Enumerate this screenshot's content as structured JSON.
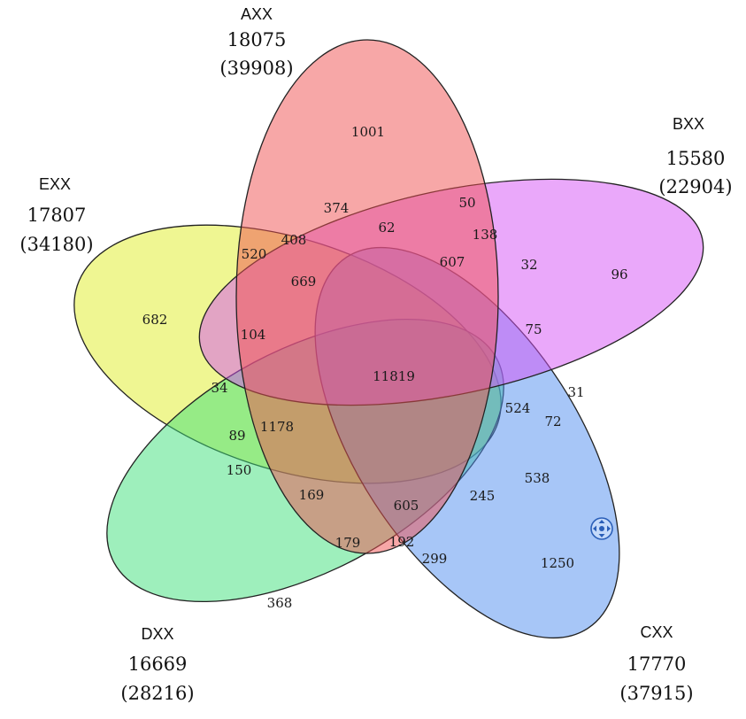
{
  "sets": [
    {
      "id": "A",
      "name": "AXX",
      "count": "18075",
      "total": "(39908)",
      "color": "#f0504f"
    },
    {
      "id": "B",
      "name": "BXX",
      "count": "15580",
      "total": "(22904)",
      "color": "#d552f5"
    },
    {
      "id": "C",
      "name": "CXX",
      "count": "17770",
      "total": "(37915)",
      "color": "#4f8df0"
    },
    {
      "id": "D",
      "name": "DXX",
      "count": "16669",
      "total": "(28216)",
      "color": "#3ee07a"
    },
    {
      "id": "E",
      "name": "EXX",
      "count": "17807",
      "total": "(34180)",
      "color": "#e4f04a"
    }
  ],
  "regions": [
    {
      "id": "A",
      "value": "1001"
    },
    {
      "id": "B",
      "value": "96"
    },
    {
      "id": "C",
      "value": "1250"
    },
    {
      "id": "D",
      "value": "368"
    },
    {
      "id": "E",
      "value": "682"
    },
    {
      "id": "AB",
      "value": "50"
    },
    {
      "id": "AB2",
      "value": "374"
    },
    {
      "id": "AE",
      "value": "520"
    },
    {
      "id": "AE2",
      "value": "408"
    },
    {
      "id": "AB3",
      "value": "62"
    },
    {
      "id": "ABC",
      "value": "138"
    },
    {
      "id": "ABC2",
      "value": "607"
    },
    {
      "id": "BC",
      "value": "32"
    },
    {
      "id": "AEB",
      "value": "669"
    },
    {
      "id": "AED",
      "value": "104"
    },
    {
      "id": "BC2",
      "value": "75"
    },
    {
      "id": "EB",
      "value": "34"
    },
    {
      "id": "ALL",
      "value": "11819"
    },
    {
      "id": "BC3",
      "value": "31"
    },
    {
      "id": "BCD",
      "value": "524"
    },
    {
      "id": "BCD2",
      "value": "72"
    },
    {
      "id": "EBD",
      "value": "89"
    },
    {
      "id": "EBDA",
      "value": "1178"
    },
    {
      "id": "ED",
      "value": "150"
    },
    {
      "id": "EDA",
      "value": "169"
    },
    {
      "id": "ADC",
      "value": "605"
    },
    {
      "id": "BCD3",
      "value": "245"
    },
    {
      "id": "CD",
      "value": "538"
    },
    {
      "id": "DA",
      "value": "179"
    },
    {
      "id": "DAC",
      "value": "192"
    },
    {
      "id": "DC",
      "value": "299"
    }
  ]
}
